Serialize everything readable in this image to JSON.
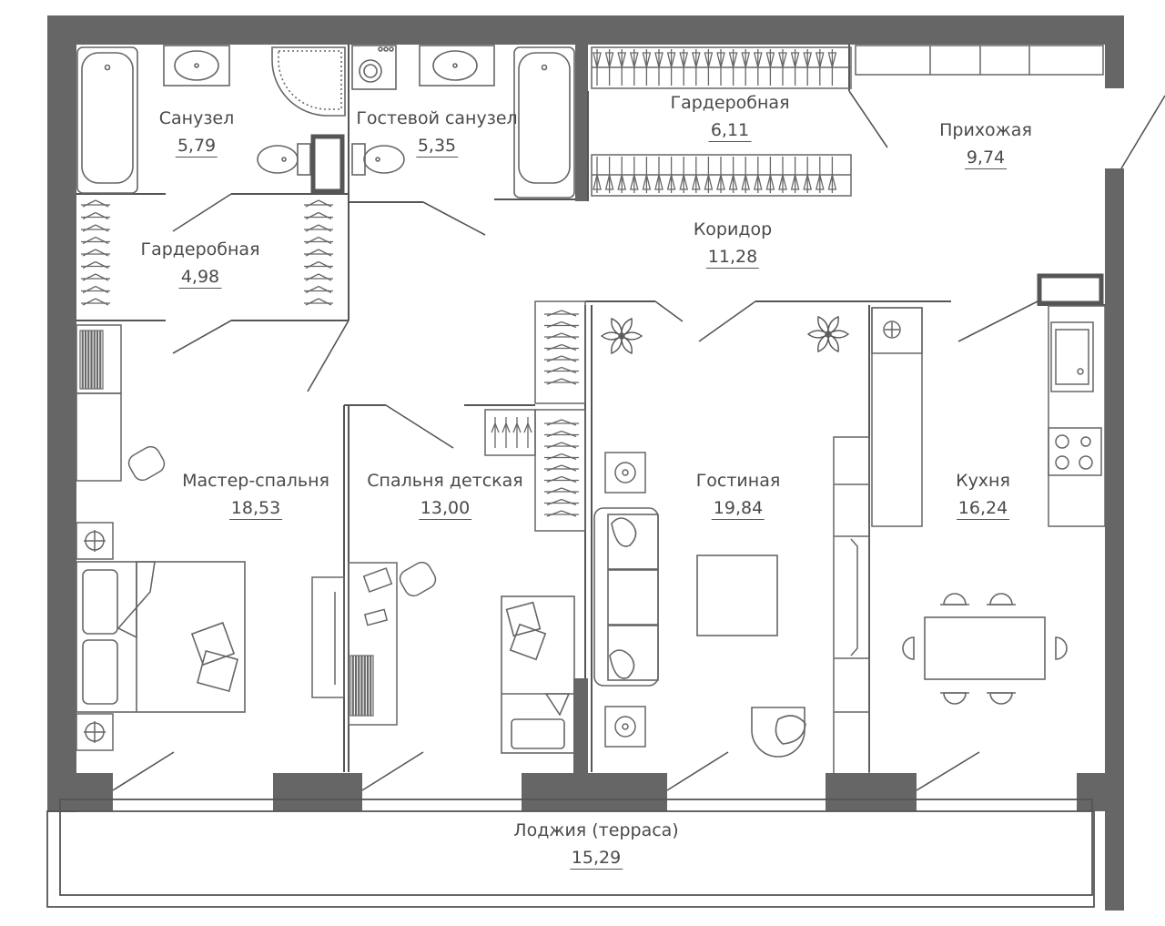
{
  "rooms": [
    {
      "id": "bath1",
      "name": "Санузел",
      "area": "5,79"
    },
    {
      "id": "bath2",
      "name": "Гостевой санузел",
      "area": "5,35"
    },
    {
      "id": "wardrobe1",
      "name": "Гардеробная",
      "area": "6,11"
    },
    {
      "id": "hall",
      "name": "Прихожая",
      "area": "9,74"
    },
    {
      "id": "wardrobe2",
      "name": "Гардеробная",
      "area": "4,98"
    },
    {
      "id": "corridor",
      "name": "Коридор",
      "area": "11,28"
    },
    {
      "id": "master",
      "name": "Мастер-спальня",
      "area": "18,53"
    },
    {
      "id": "kids",
      "name": "Спальня детская",
      "area": "13,00"
    },
    {
      "id": "living",
      "name": "Гостиная",
      "area": "19,84"
    },
    {
      "id": "kitchen",
      "name": "Кухня",
      "area": "16,24"
    },
    {
      "id": "loggia",
      "name": "Лоджия (терраса)",
      "area": "15,29"
    }
  ],
  "colors": {
    "wall": "#666666",
    "line": "#555555",
    "text": "#4a4a4a",
    "background": "#ffffff"
  }
}
